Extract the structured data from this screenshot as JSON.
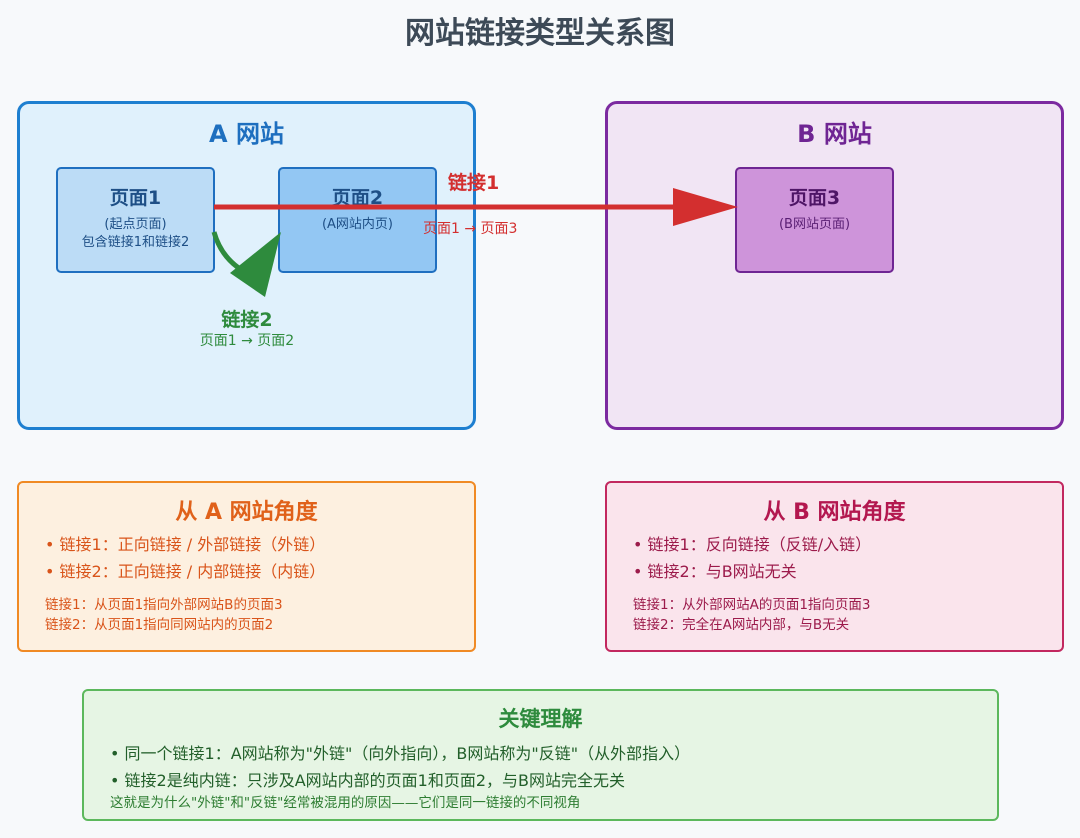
{
  "title": "网站链接类型关系图",
  "site_a": {
    "title": "A 网站"
  },
  "site_b": {
    "title": "B 网站"
  },
  "pages": {
    "p1": {
      "name": "页面1",
      "sub1": "(起点页面)",
      "sub2": "包含链接1和链接2"
    },
    "p2": {
      "name": "页面2",
      "sub1": "(A网站内页)"
    },
    "p3": {
      "name": "页面3",
      "sub1": "(B网站页面)"
    }
  },
  "links": {
    "link1": {
      "label": "链接1",
      "sub": "页面1 → 页面3",
      "color": "#d32f2f"
    },
    "link2": {
      "label": "链接2",
      "sub": "页面1 → 页面2",
      "color": "#2e8b3d"
    }
  },
  "panel_a": {
    "title": "从 A 网站角度",
    "bullets": [
      "• 链接1：正向链接 / 外部链接（外链）",
      "• 链接2：正向链接 / 内部链接（内链）"
    ],
    "notes": [
      "链接1：从页面1指向外部网站B的页面3",
      "链接2：从页面1指向同网站内的页面2"
    ]
  },
  "panel_b": {
    "title": "从 B 网站角度",
    "bullets": [
      "• 链接1：反向链接（反链/入链）",
      "• 链接2：与B网站无关"
    ],
    "notes": [
      "链接1：从外部网站A的页面1指向页面3",
      "链接2：完全在A网站内部，与B无关"
    ]
  },
  "key": {
    "title": "关键理解",
    "lines": [
      "• 同一个链接1：A网站称为\"外链\"（向外指向），B网站称为\"反链\"（从外部指入）",
      "• 链接2是纯内链：只涉及A网站内部的页面1和页面2，与B网站完全无关"
    ],
    "note": "这就是为什么\"外链\"和\"反链\"经常被混用的原因——它们是同一链接的不同视角"
  }
}
